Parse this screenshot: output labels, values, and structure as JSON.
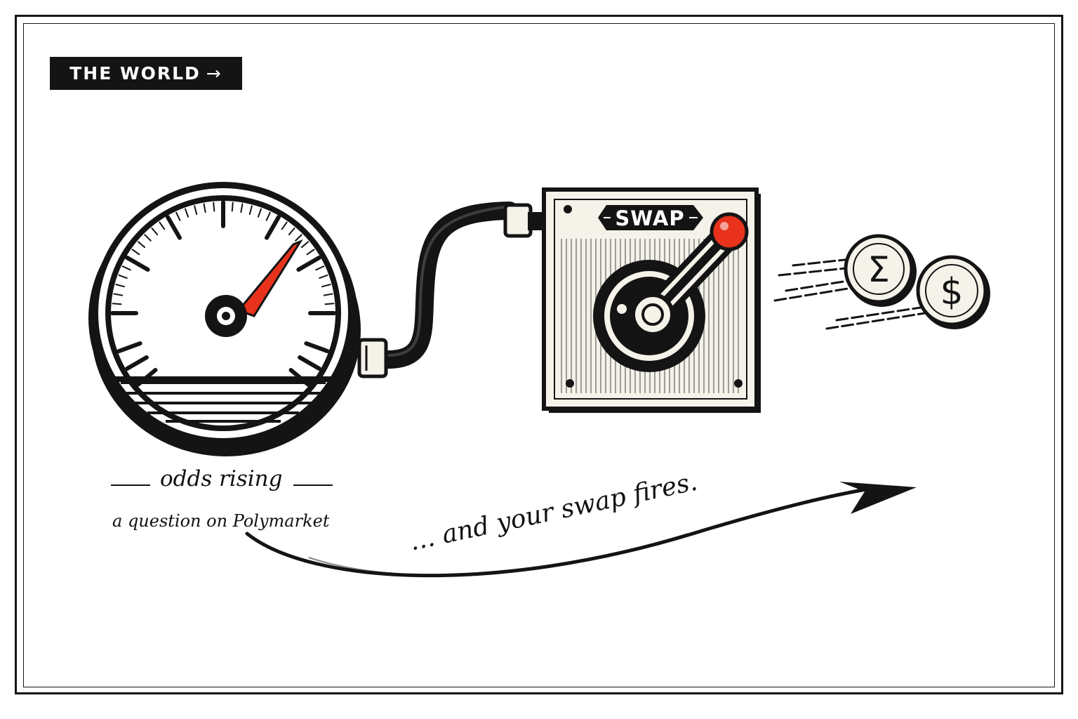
{
  "tag": {
    "label": "THE WORLD",
    "arrow": "→"
  },
  "switch_plate": {
    "label": "SWAP"
  },
  "coins": [
    {
      "symbol": "Σ",
      "icon": "sigma-coin-icon"
    },
    {
      "symbol": "$",
      "icon": "dollar-coin-icon"
    }
  ],
  "gauge": {
    "needle_color": "#e8321c",
    "level": 0.8
  },
  "lever": {
    "knob_color": "#e8321c"
  },
  "captions": {
    "odds": "odds rising",
    "question": "a question on Polymarket",
    "swap": "… and your swap fires."
  },
  "colors": {
    "ink": "#141414",
    "accent": "#e8321c",
    "paper": "#ffffff",
    "plate": "#f5f2ea"
  }
}
